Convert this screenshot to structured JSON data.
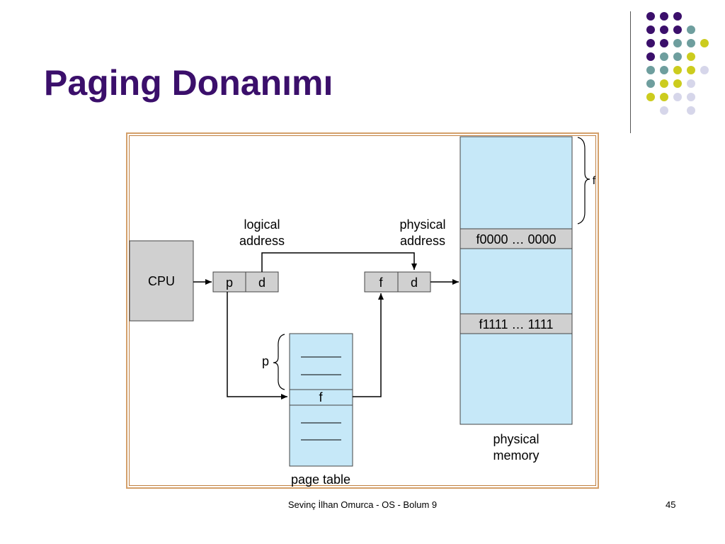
{
  "slide": {
    "title": "Paging Donanımı",
    "footer": "Sevinç İlhan Omurca - OS - Bolum 9",
    "page_number": "45"
  },
  "colors": {
    "title": "#3b0f6b",
    "dot_purple": "#3b0f6b",
    "dot_teal": "#6e9e9e",
    "dot_yellow": "#cccc1e",
    "dot_lavender": "#d6d6ea",
    "box_blue": "#c6e8f8",
    "box_gray": "#d0d0d0",
    "frame": "#d4a06a"
  },
  "diagram": {
    "cpu": "CPU",
    "logical_address_line1": "logical",
    "logical_address_line2": "address",
    "physical_address_line1": "physical",
    "physical_address_line2": "address",
    "logical_p": "p",
    "logical_d": "d",
    "physical_f": "f",
    "physical_d": "d",
    "page_table_p": "p",
    "page_table_entry": "f",
    "page_table_label": "page table",
    "memory_f_label": "f",
    "frame_start": "f0000 … 0000",
    "frame_end": "f1111 … 1111",
    "physical_memory_line1": "physical",
    "physical_memory_line2": "memory"
  }
}
